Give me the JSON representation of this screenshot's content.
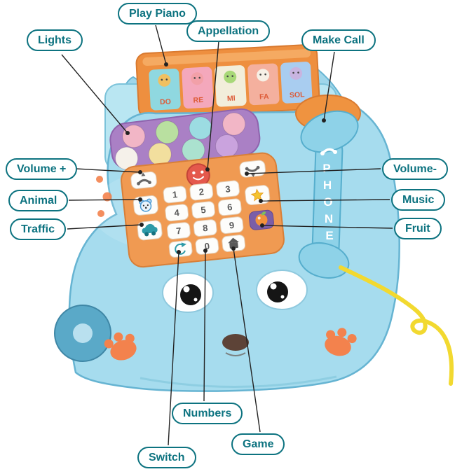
{
  "labels": {
    "lights": "Lights",
    "play_piano": "Play Piano",
    "appellation": "Appellation",
    "make_call": "Make Call",
    "volume_plus": "Volume +",
    "animal": "Animal",
    "traffic": "Traffic",
    "volume_minus": "Volume-",
    "music": "Music",
    "fruit": "Fruit",
    "numbers": "Numbers",
    "switch": "Switch",
    "game": "Game"
  },
  "toy": {
    "piano_keys": [
      {
        "note": "DO"
      },
      {
        "note": "RE"
      },
      {
        "note": "MI"
      },
      {
        "note": "FA"
      },
      {
        "note": "SOL"
      }
    ],
    "piano_key_colors": [
      "#8fd8e0",
      "#f4a8bc",
      "#f2eeda",
      "#f4b09e",
      "#a9cdf0"
    ],
    "piano_face_colors": [
      "#f0c060",
      "#f2a0a8",
      "#a8d878",
      "#f6f0e6",
      "#c8b4e0"
    ],
    "light_balls": [
      "#f2b6c6",
      "#b9e0a0",
      "#9cdce2",
      "#f2b6c6",
      "#f5f1ea",
      "#f2df9e",
      "#abe2cf",
      "#caa3de"
    ],
    "keypad": {
      "numbers": [
        "1",
        "2",
        "3",
        "4",
        "5",
        "6",
        "7",
        "8",
        "9"
      ],
      "zero": "0"
    },
    "handset": {
      "letters": [
        "P",
        "H",
        "O",
        "N",
        "E"
      ]
    }
  },
  "colors": {
    "label_teal": "#0d7380",
    "body_blue": "#a6dcee",
    "piano_orange": "#ee8f3f",
    "keypad_orange": "#f09a52",
    "panel_purple": "#aa80c5",
    "handset_blue": "#8ed2e8",
    "cord_yellow": "#f2d930",
    "call_button_red": "#e4584c",
    "paw_orange": "#f3824d"
  }
}
